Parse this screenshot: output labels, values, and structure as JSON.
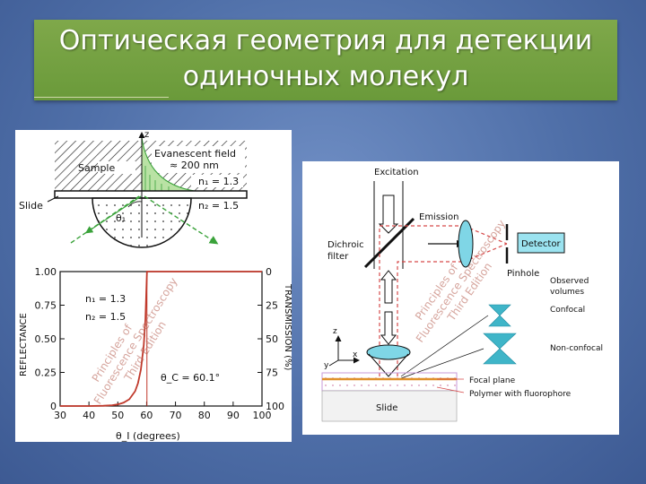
{
  "title": {
    "line1": "Оптическая геометрия для детекции",
    "line2": "одиночных молекул"
  },
  "left_figure": {
    "axis_z": "z",
    "sample": "Sample",
    "evanescent_1": "Evanescent field",
    "evanescent_2": "≈ 200 nm",
    "n1": "n₁ = 1.3",
    "n2": "n₂ = 1.5",
    "slide": "Slide",
    "theta1": "θ₁",
    "watermark": [
      "Principles of",
      "Fluorescence Spectroscopy",
      "Third Edition"
    ],
    "chart_data": {
      "type": "line",
      "title": "",
      "xlabel": "θ_I (degrees)",
      "ylabel": "REFLECTANCE",
      "y2label": "TRANSMISSION (%)",
      "xlim": [
        30,
        100
      ],
      "ylim": [
        0,
        1
      ],
      "x_ticks": [
        "30",
        "40",
        "50",
        "60",
        "70",
        "80",
        "90",
        "100"
      ],
      "y_ticks": [
        "0",
        "0.25",
        "0.50",
        "0.75",
        "1.00"
      ],
      "y2_ticks": [
        "100",
        "75",
        "50",
        "25",
        "0"
      ],
      "annotations": [
        "n₁ = 1.3",
        "n₂ = 1.5",
        "θ_C = 60.1°"
      ],
      "critical_angle": 60.1,
      "series": [
        {
          "color": "#c0392b",
          "x": [
            30,
            40,
            45,
            48,
            50,
            52,
            54,
            56,
            57,
            58,
            59,
            59.6,
            60.1,
            62,
            70,
            80,
            90,
            100
          ],
          "y": [
            0.0,
            0.0,
            0.002,
            0.006,
            0.012,
            0.025,
            0.05,
            0.11,
            0.17,
            0.27,
            0.45,
            0.65,
            1.0,
            1.0,
            1.0,
            1.0,
            1.0,
            1.0
          ]
        }
      ]
    }
  },
  "right_figure": {
    "excitation": "Excitation",
    "emission": "Emission",
    "dichroic_1": "Dichroic",
    "dichroic_2": "filter",
    "detector": "Detector",
    "pinhole": "Pinhole",
    "observed_1": "Observed",
    "observed_2": "volumes",
    "confocal": "Confocal",
    "non_confocal": "Non-confocal",
    "focal_plane": "Focal plane",
    "polymer": "Polymer with fluorophore",
    "slide": "Slide",
    "axis_z": "z",
    "axis_x": "x",
    "axis_y": "y",
    "watermark": [
      "Principles of",
      "Fluorescence Spectroscopy",
      "Third Edition"
    ],
    "colors": {
      "beam": "#d64a4a",
      "lens": "#7fd6e6",
      "volume": "#3fb5c8",
      "detector_fill": "#9be3f0",
      "focal": "#e0902a",
      "polymer": "#c79ad8"
    }
  }
}
